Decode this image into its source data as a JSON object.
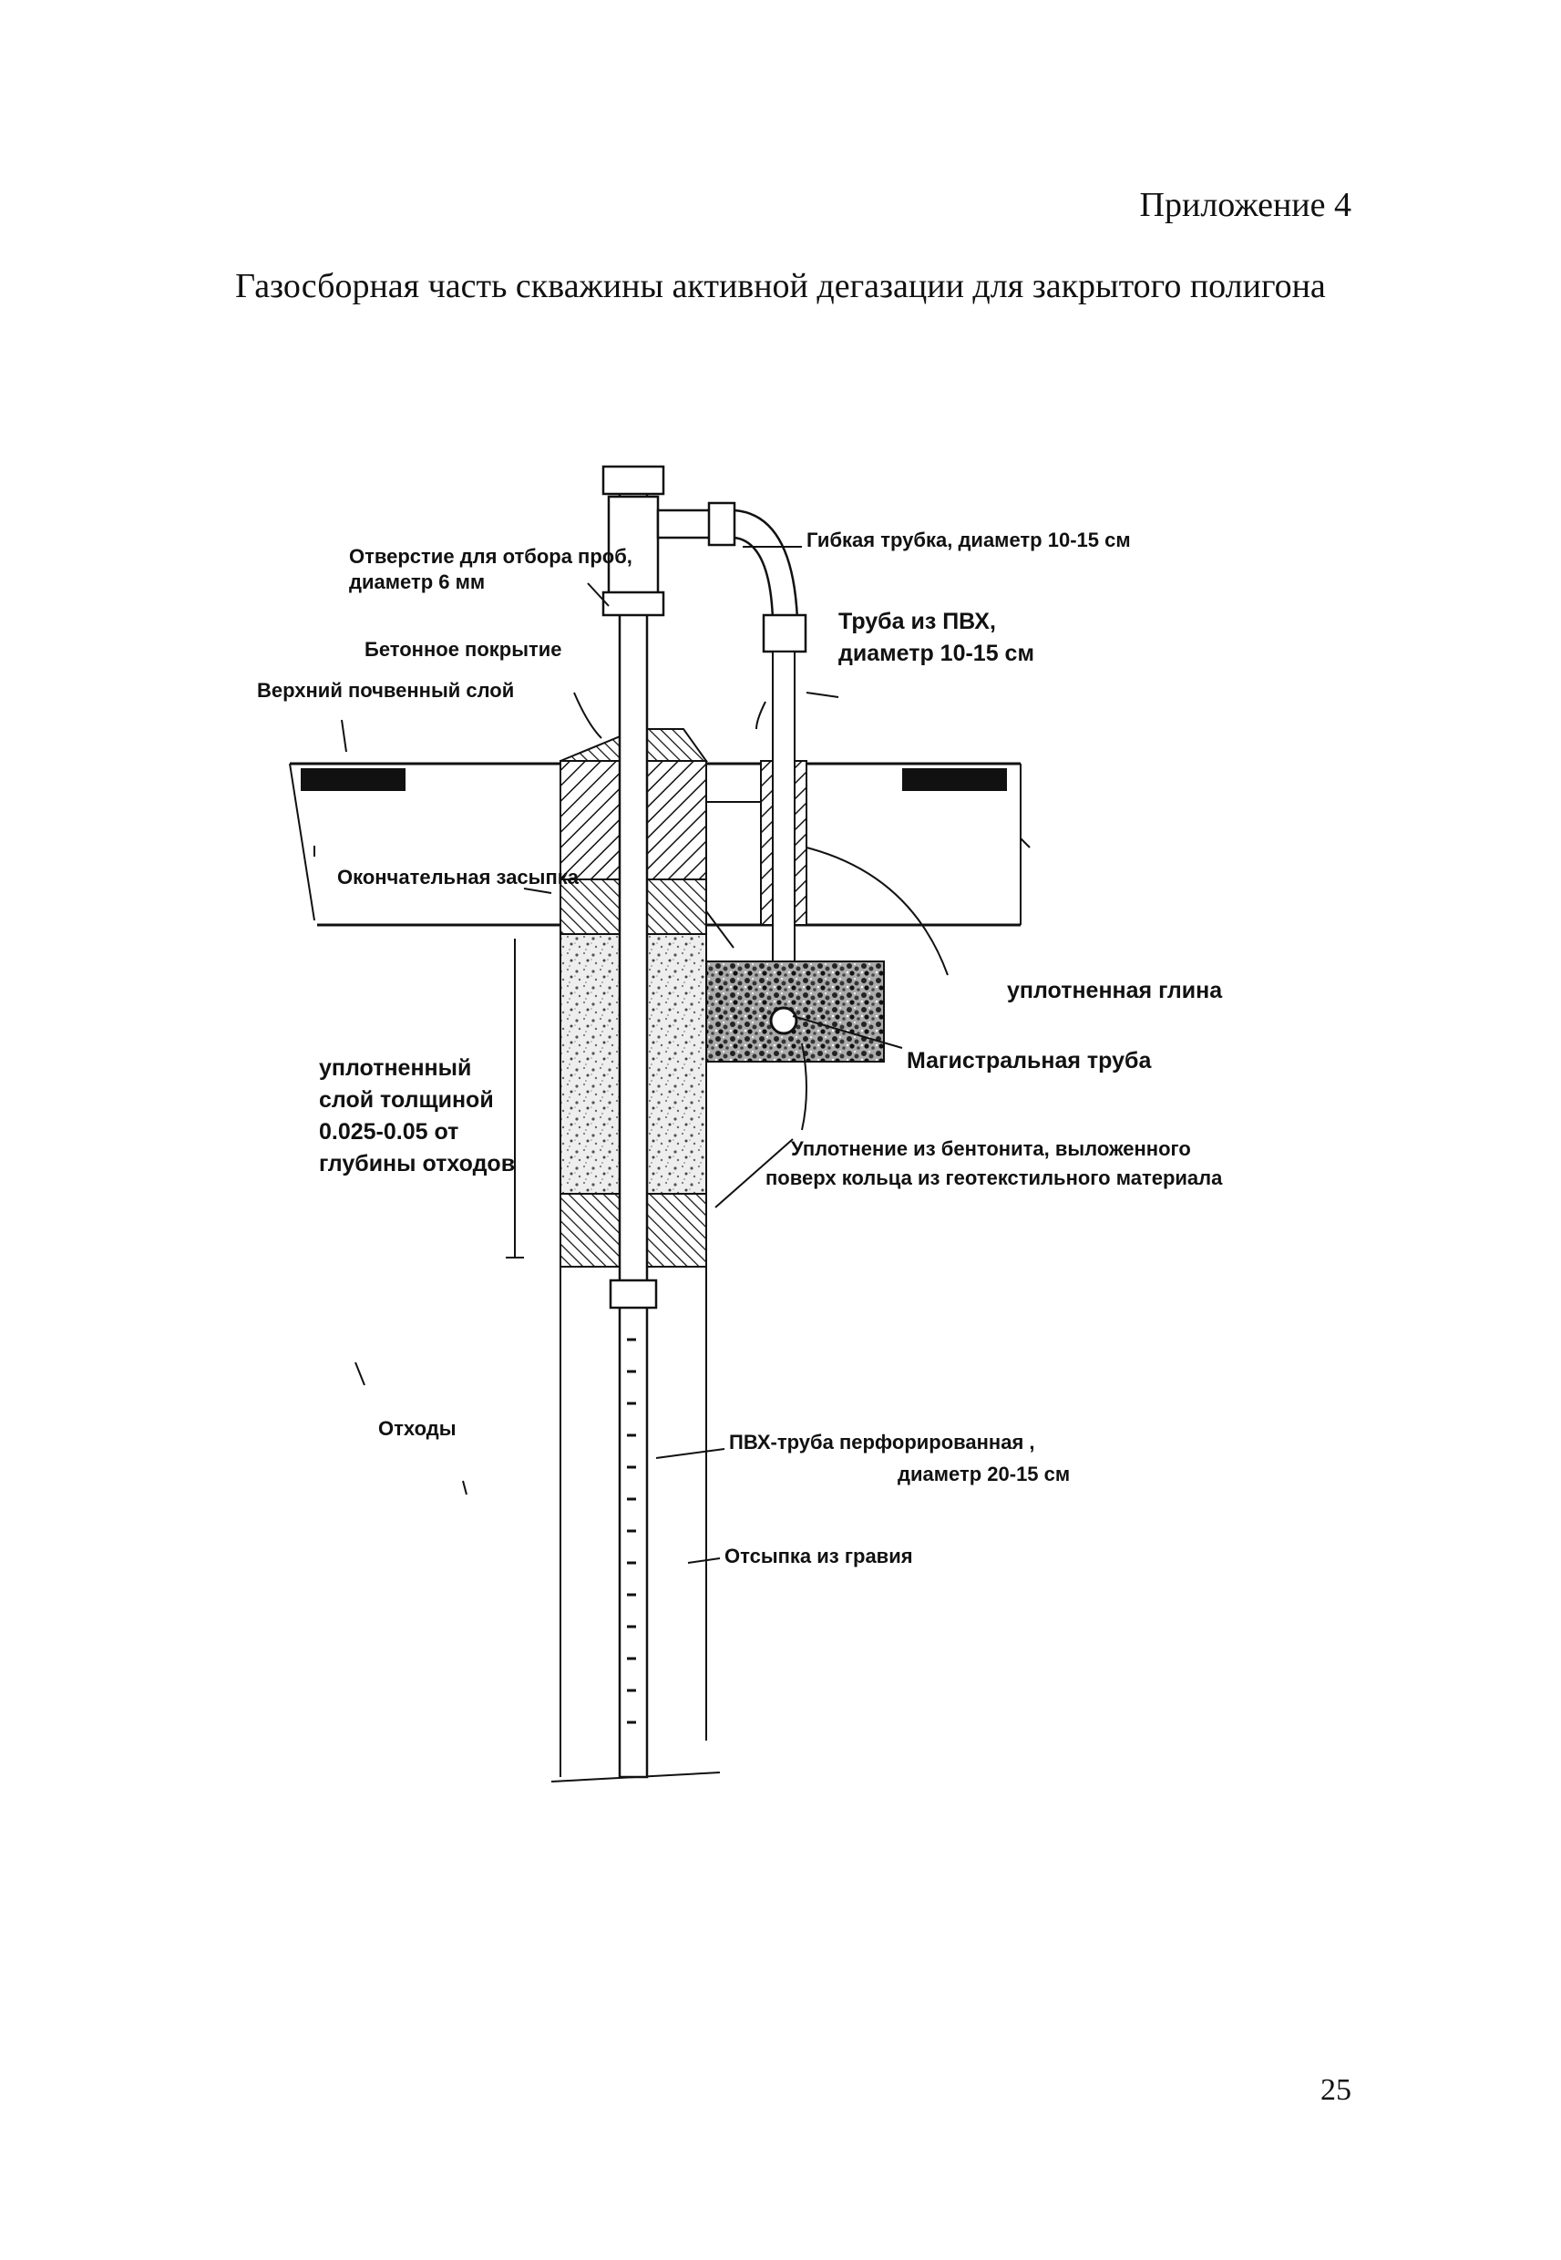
{
  "header": {
    "appendix_label": "Приложение 4",
    "title": "Газосборная часть скважины активной дегазации для закрытого полигона"
  },
  "diagram": {
    "labels": {
      "sample_hole": [
        "Отверстие для отбора проб,",
        "диаметр 6 мм"
      ],
      "flexible_tube": "Гибкая трубка, диаметр 10-15 см",
      "pvc_pipe": [
        "Труба из ПВХ,",
        "диаметр 10-15 см"
      ],
      "concrete_cover": "Бетонное покрытие",
      "topsoil": "Верхний почвенный слой",
      "final_backfill": "Окончательная засыпка",
      "compacted_clay": "уплотненная глина",
      "main_pipe": "Магистральная труба",
      "compacted_layer": [
        "уплотненный",
        "слой толщиной",
        "0.025-0.05 от",
        "глубины отходов"
      ],
      "bentonite_seal": [
        "Уплотнение из бентонита, выложенного",
        "поверх кольца из геотекстильного материала"
      ],
      "waste": "Отходы",
      "perforated_pipe": [
        "ПВХ-труба перфорированная ,",
        "диаметр 20-15 см"
      ],
      "gravel_fill": "Отсыпка из гравия"
    }
  },
  "footer": {
    "page_number": "25"
  }
}
